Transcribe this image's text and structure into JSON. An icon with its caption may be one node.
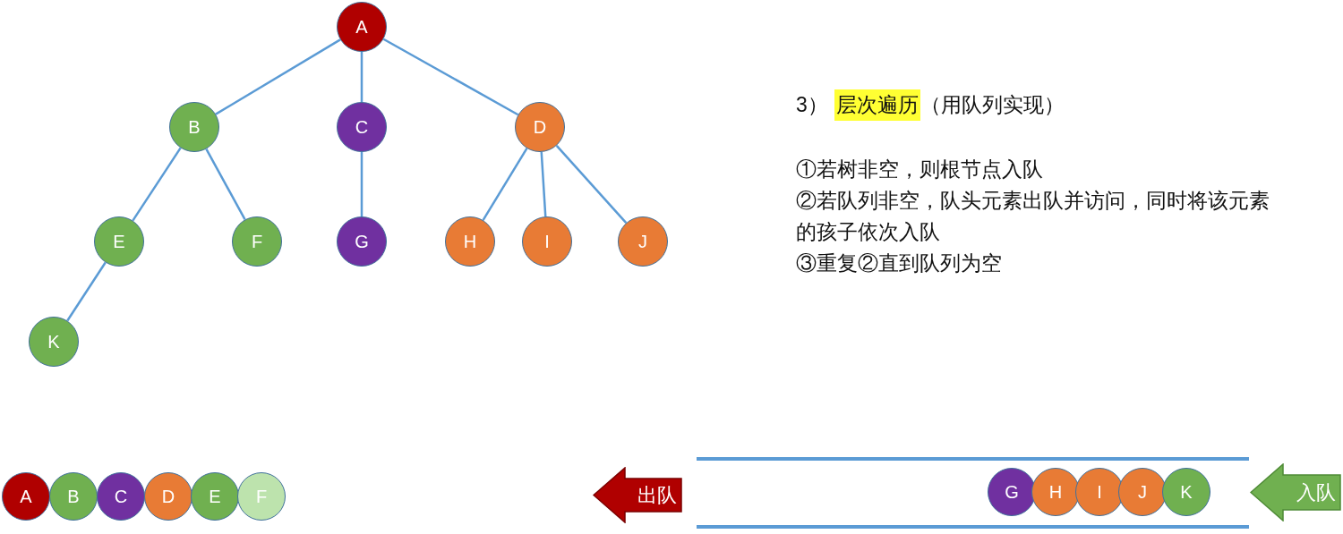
{
  "diagram": {
    "nodes": [
      {
        "text": [
          "A"
        ]
      },
      {
        "text": [
          "B"
        ]
      },
      {
        "text": [
          "C"
        ]
      },
      {
        "text": [
          "D"
        ]
      },
      {
        "text": [
          "E"
        ]
      },
      {
        "text": [
          "F"
        ]
      },
      {
        "text": [
          "G"
        ]
      },
      {
        "text": [
          "H"
        ]
      },
      {
        "text": [
          "I"
        ]
      },
      {
        "text": [
          "J"
        ]
      },
      {
        "text": [
          "K"
        ]
      },
      {
        "text": [
          "A"
        ]
      },
      {
        "text": [
          "B"
        ]
      },
      {
        "text": [
          "C"
        ]
      },
      {
        "text": [
          "D"
        ]
      },
      {
        "text": [
          "E"
        ]
      },
      {
        "text": [
          "F"
        ]
      },
      {
        "text": [
          "G"
        ]
      },
      {
        "text": [
          "H"
        ]
      },
      {
        "text": [
          "I"
        ]
      },
      {
        "text": [
          "J"
        ]
      },
      {
        "text": [
          "K"
        ]
      },
      {
        "text": [
          "出队"
        ]
      },
      {
        "text": [
          "入队"
        ]
      }
    ],
    "edges": [
      {
        "from": 0,
        "to": 1,
        "arrow": "none"
      },
      {
        "from": 0,
        "to": 2,
        "arrow": "none"
      },
      {
        "from": 0,
        "to": 3,
        "arrow": "none"
      },
      {
        "from": 1,
        "to": 4,
        "arrow": "none"
      },
      {
        "from": 1,
        "to": 5,
        "arrow": "none"
      },
      {
        "from": 2,
        "to": 6,
        "arrow": "none"
      },
      {
        "from": 3,
        "to": 7,
        "arrow": "none"
      },
      {
        "from": 3,
        "to": 8,
        "arrow": "none"
      },
      {
        "from": 3,
        "to": 9,
        "arrow": "none"
      },
      {
        "from": 4,
        "to": 10,
        "arrow": "none"
      }
    ],
    "labels": [
      "3）",
      "层次遍历",
      "（用队列实现）",
      "①若树非空，则根节点入队",
      "②若队列非空，队头元素出队并访问，同时将该元素的孩子依次入队",
      "③重复②直到队列为空"
    ]
  }
}
